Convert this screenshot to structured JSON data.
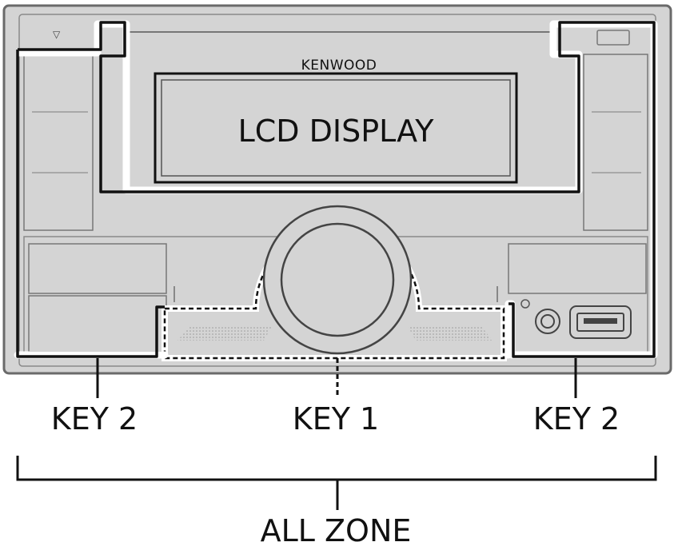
{
  "device": {
    "brand": "KENWOOD",
    "display_label": "LCD DISPLAY",
    "eject_symbol": "▽"
  },
  "callouts": {
    "key2_left": "KEY 2",
    "key1": "KEY 1",
    "key2_right": "KEY 2",
    "all_zone": "ALL ZONE"
  },
  "colors": {
    "panel_fill": "#d4d4d4",
    "panel_stroke": "#555555",
    "outline": "#111111",
    "zone_outline": "#ffffff"
  },
  "icons": [
    "eject-icon",
    "aux-jack-icon",
    "usb-port-icon",
    "volume-knob-icon"
  ]
}
